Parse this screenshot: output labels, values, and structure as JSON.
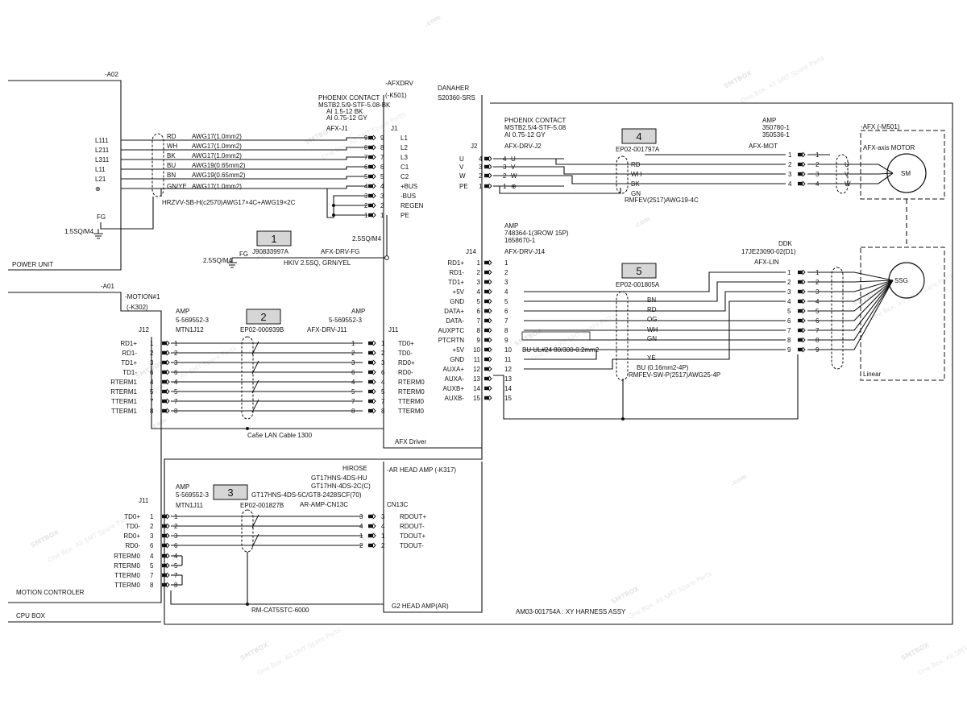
{
  "watermark": {
    "big": "SMTBOX",
    "dotcom": ".com",
    "small": "One Box. All SMT Spare Parts"
  },
  "blocks": {
    "a02": "-A02",
    "power_unit": "POWER UNIT",
    "a01": "-A01",
    "motion1": "-MOTION#1",
    "k302": "(-K302)",
    "motion_controller": "MOTION CONTROLER",
    "cpu_box": "CPU BOX",
    "afxdrv": "-AFXDRV",
    "k501": "(-K501)",
    "danaher": "DANAHER",
    "s20360": "S20360-SRS",
    "afx_driver": "AFX Driver",
    "ar_head_amp": "-AR HEAD AMP (-K317)",
    "g2_head_amp": "G2 HEAD AMP(AR)",
    "harness": "AM03-001754A : XY HARNESS ASSY",
    "afx_m501": "-AFX (-M501)",
    "afx_axis_motor": "AFX-axis MOTOR",
    "sm": "SM",
    "ssg": "SSG",
    "linear": "Linear"
  },
  "power": {
    "left_labels": [
      "L111",
      "L211",
      "L311",
      "L11",
      "L21",
      "⊕"
    ],
    "colors": [
      "RD",
      "WH",
      "BK",
      "BU",
      "BN",
      "GN/YE"
    ],
    "awg": [
      "AWG17(1.0mm2)",
      "AWG17(1.0mm2)",
      "AWG17(1.0mm2)",
      "AWG19(0.65mm2)",
      "AWG19(0.65mm2)",
      "AWG17(1.0mm2)"
    ],
    "cable": "HRZVV-SB-H(c2570)AWG17×4C+AWG19×2C",
    "fg": "FG",
    "fg_size": "1.5SQ/M4",
    "connector_title": "PHOENIX CONTACT",
    "connector_parts": [
      "MSTB2.5/9-STF-5.08-BK",
      "AI 1.5-12 BK",
      "AI 0.75-12 GY"
    ],
    "connector_name": "AFX-J1",
    "j1": "J1",
    "pins": [
      "9",
      "8",
      "7",
      "6",
      "5",
      "4",
      "3",
      "2",
      "1"
    ],
    "signals": [
      "L1",
      "L2",
      "L3",
      "C1",
      "C2",
      "+BUS",
      "-BUS",
      "REGEN",
      "PE"
    ]
  },
  "fg_cable": {
    "num": "1",
    "part": "J90833997A",
    "name": "AFX-DRV-FG",
    "wire": "HKIV 2.5SQ, GRN/YEL",
    "fg": "FG",
    "size_left": "2.5SQ/M4",
    "size_right": "2.5SQ/M4"
  },
  "motor": {
    "connector_title": "PHOENIX CONTACT",
    "connector_parts": [
      "MSTB2.5/4-STF-5.08",
      "AI 0.75-12 GY"
    ],
    "connector_name": "AFX-DRV-J2",
    "j2": "J2",
    "left_signals": [
      "U",
      "V",
      "W",
      "PE"
    ],
    "left_pins": [
      "4",
      "3",
      "2",
      "1"
    ],
    "inner_pins": [
      "4",
      "3",
      "2",
      "1"
    ],
    "inner_labels": [
      "U",
      "V",
      "W",
      "⊕"
    ],
    "num": "4",
    "part": "EP02-001797A",
    "colors": [
      "RD",
      "WH",
      "BK",
      "GN"
    ],
    "cable": "RMFEV(2517)AWG19-4C",
    "amp_title": "AMP",
    "amp_parts": [
      "350780-1",
      "350536-1"
    ],
    "amp_name": "AFX-MOT",
    "right_pins_left": [
      "1",
      "2",
      "3",
      "4"
    ],
    "right_pins_right": [
      "1",
      "2",
      "3",
      "4"
    ],
    "motor_signals": [
      "U",
      "V",
      "W"
    ]
  },
  "encoder": {
    "amp_title": "AMP",
    "amp_parts": [
      "748364-1(3ROW 15P)",
      "1658670-1"
    ],
    "connector_name": "AFX-DRV-J14",
    "j14": "J14",
    "signals": [
      "RD1+",
      "RD1-",
      "TD1+",
      "+5V",
      "GND",
      "DATA+",
      "DATA-",
      "AUXPTC",
      "PTCRTN",
      "+5V",
      "GND",
      "AUXA+",
      "AUXA-",
      "AUXB+",
      "AUXB-"
    ],
    "pins": [
      "1",
      "2",
      "3",
      "4",
      "5",
      "6",
      "7",
      "8",
      "9",
      "10",
      "11",
      "12",
      "13",
      "14",
      "15"
    ],
    "num": "5",
    "part": "EP02-001805A",
    "colors": [
      "BN",
      "RD",
      "OG",
      "WH",
      "GN",
      "YE"
    ],
    "bu_wire": "BU  UL#24 80/300-0.2mm2",
    "bu_small": "BU  (0.16mm2-4P)",
    "cable": "RMFEV-SW-P(2517)AWG25-4P",
    "ddk_title": "DDK",
    "ddk_part": "17JE23090-02(D1)",
    "ddk_name": "AFX-LIN",
    "right_pins": [
      "1",
      "2",
      "3",
      "4",
      "5",
      "6",
      "7",
      "8",
      "9"
    ]
  },
  "lan": {
    "j12": "J12",
    "left_signals": [
      "RD1+",
      "RD1-",
      "TD1+",
      "TD1-",
      "RTERM1",
      "RTERM1",
      "TTERM1",
      "TTERM1"
    ],
    "amp_left_title": "AMP",
    "amp_left_part": "5-569552-3",
    "amp_left_name": "MTN1J12",
    "num": "2",
    "part": "EP02-000939B",
    "amp_right_title": "AMP",
    "amp_right_part": "5-569552-3",
    "amp_right_name": "AFX-DRV-J11",
    "j11": "J11",
    "right_signals": [
      "TD0+",
      "TD0-",
      "RD0+",
      "RD0-",
      "RTERM0",
      "RTERM0",
      "TTERM0",
      "TTERM0"
    ],
    "left_pins": [
      "1",
      "2",
      "3",
      "6",
      "4",
      "5",
      "7",
      "8"
    ],
    "right_pins": [
      "1",
      "2",
      "3",
      "6",
      "4",
      "5",
      "7",
      "8"
    ],
    "cable": "Ca5e LAN Cable 1300"
  },
  "head": {
    "j11": "J11",
    "left_signals": [
      "TD0+",
      "TD0-",
      "RD0+",
      "RD0-",
      "RTERM0",
      "RTERM0",
      "TTERM0",
      "TTERM0"
    ],
    "left_pins": [
      "1",
      "2",
      "3",
      "6",
      "4",
      "5",
      "7",
      "8"
    ],
    "amp_title": "AMP",
    "amp_part": "5-569552-3",
    "amp_name": "MTN1J11",
    "num": "3",
    "part": "EP02-001827B",
    "hirose": "HIROSE",
    "hirose_parts": [
      "GT17HNS-4DS-HU",
      "GT17HN-4DS-2C(C)"
    ],
    "hirose_line": "GT17HNS-4DS-5C/GT8-2428SCF(70)",
    "ar_name": "AR-AMP-CN13C",
    "cn13c": "CN13C",
    "right_pins": [
      "3",
      "4",
      "1",
      "2"
    ],
    "right_signals": [
      "RDOUT+",
      "RDOUT-",
      "TDOUT+",
      "TDOUT-"
    ],
    "cable": "RM-CAT5STC-6000"
  }
}
